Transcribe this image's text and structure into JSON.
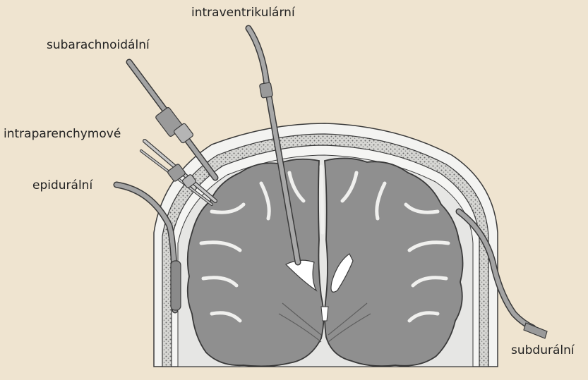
{
  "labels": {
    "intraventricular": "intraventrikulární",
    "subarachnoid": "subarachnoidální",
    "intraparenchymal": "intraparenchymové",
    "epidural": "epidurální",
    "subdural": "subdurální"
  },
  "colors": {
    "background": "#efe4d0",
    "skull": "#f3f3f1",
    "diploe": "#c9c9c6",
    "brain": "#8f8f8f",
    "brain_dark": "#6f6f6f",
    "ventricle": "#ffffff",
    "catheter": "#9a9a9a",
    "outline": "#3a3a3a"
  }
}
